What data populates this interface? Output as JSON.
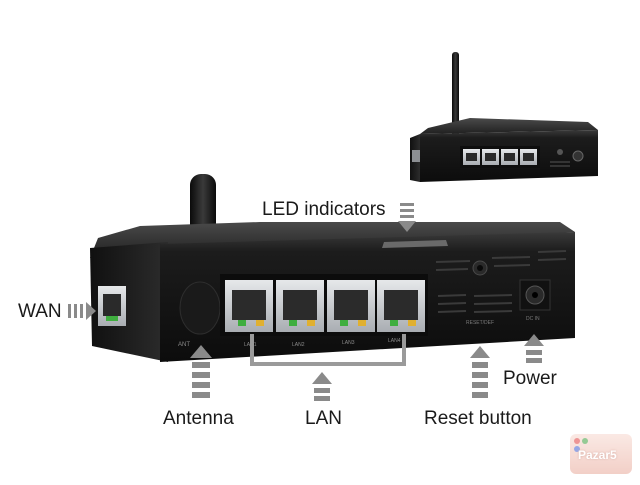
{
  "labels": {
    "led_indicators": "LED indicators",
    "wan": "WAN",
    "antenna": "Antenna",
    "lan": "LAN",
    "reset_button": "Reset button",
    "power": "Power"
  },
  "device_text": {
    "ant": "ANT",
    "lan1": "LAN1",
    "lan2": "LAN2",
    "lan3": "LAN3",
    "lan4": "LAN4",
    "reset": "RESET/DEF",
    "dc": "DC IN"
  },
  "watermark": {
    "text": "Pazar5"
  },
  "colors": {
    "router_body": "#141414",
    "router_top": "#2a2a2a",
    "port_silver": "#c9ccd0",
    "arrow_gray": "#8a8a8a",
    "bracket_gray": "#9a9a9a",
    "port_led_green": "#3fae3f",
    "port_led_amber": "#e0b030"
  }
}
